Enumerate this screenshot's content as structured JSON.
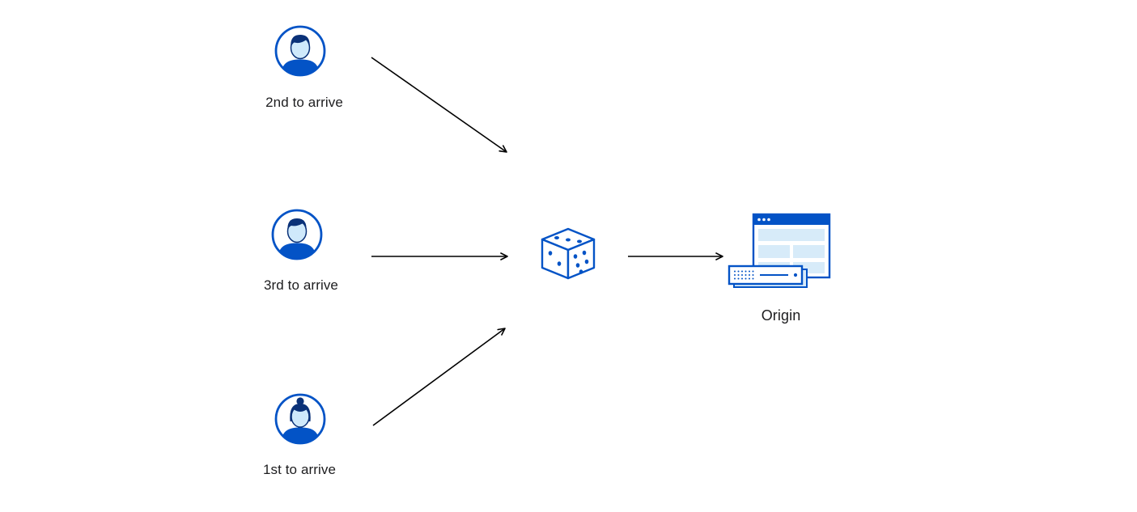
{
  "colors": {
    "accent": "#0353c6",
    "accent_dark": "#0a3178",
    "fill_light": "#d7ebf9",
    "arrow": "#000000",
    "text": "#1d1d1f",
    "background": "#ffffff"
  },
  "nodes": {
    "visitor_top": {
      "label": "2nd to arrive",
      "icon": "user-avatar-icon"
    },
    "visitor_middle": {
      "label": "3rd to arrive",
      "icon": "user-avatar-icon"
    },
    "visitor_bottom": {
      "label": "1st to arrive",
      "icon": "user-avatar-icon"
    },
    "load_balancer": {
      "icon": "dice-icon"
    },
    "origin": {
      "label": "Origin",
      "icon": "origin-server-icon"
    }
  },
  "arrows": [
    {
      "from": "visitor_top",
      "to": "load_balancer"
    },
    {
      "from": "visitor_middle",
      "to": "load_balancer"
    },
    {
      "from": "visitor_bottom",
      "to": "load_balancer"
    },
    {
      "from": "load_balancer",
      "to": "origin"
    }
  ]
}
